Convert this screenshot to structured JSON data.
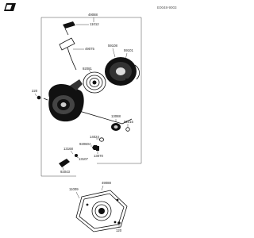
{
  "diagram": {
    "code": "E0048-9003",
    "labels": {
      "main_assembly": "49088",
      "handle": "11012",
      "rope": "49075",
      "plate": "59108",
      "pawl": "59101",
      "spring": "92081",
      "bolt_left": "220",
      "spring_cup": "13088",
      "clip": "92015",
      "washer": "14024",
      "nut": "92060A",
      "shaft": "13070",
      "bracket_left": "13168",
      "bracket_link": "13107",
      "bracket_bottom": "92043",
      "gasket": "11009",
      "cover": "49088",
      "screw_bottom": "120"
    }
  }
}
